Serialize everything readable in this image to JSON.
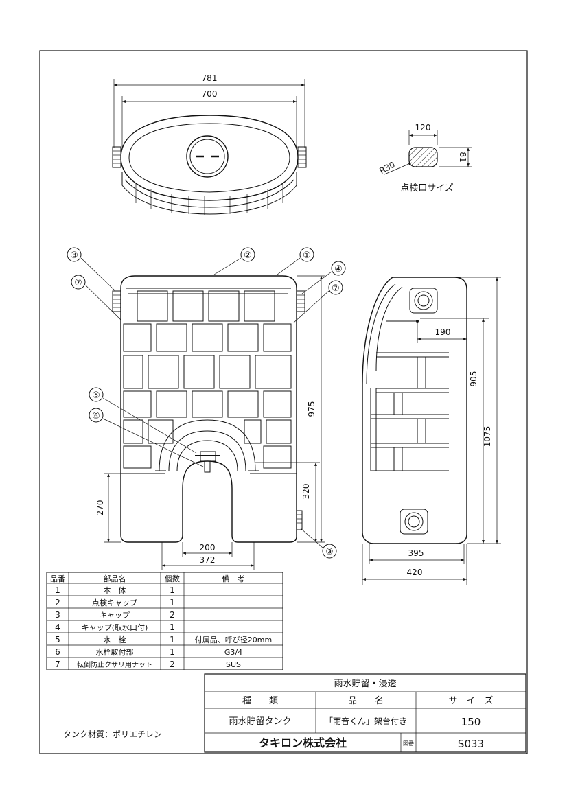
{
  "top_view": {
    "dims": [
      "781",
      "700"
    ]
  },
  "inspection_port": {
    "title": "点検口サイズ",
    "dims": [
      "120",
      "81",
      "R30"
    ]
  },
  "front_view": {
    "callouts": [
      "①",
      "②",
      "③",
      "④",
      "⑤",
      "⑥",
      "⑦"
    ],
    "dims": [
      "975",
      "320",
      "270",
      "200",
      "372"
    ]
  },
  "side_view": {
    "dims": [
      "190",
      "905",
      "1075",
      "395",
      "420"
    ]
  },
  "parts_table": {
    "headers": [
      "品番",
      "部品名",
      "個数",
      "備　考"
    ],
    "rows": [
      {
        "no": "1",
        "name": "本　体",
        "qty": "1",
        "note": ""
      },
      {
        "no": "2",
        "name": "点検キャップ",
        "qty": "1",
        "note": ""
      },
      {
        "no": "3",
        "name": "キャップ",
        "qty": "2",
        "note": ""
      },
      {
        "no": "4",
        "name": "キャップ(取水口付)",
        "qty": "1",
        "note": ""
      },
      {
        "no": "5",
        "name": "水　栓",
        "qty": "1",
        "note": "付属品、呼び径20mm"
      },
      {
        "no": "6",
        "name": "水栓取付部",
        "qty": "1",
        "note": "G3/4"
      },
      {
        "no": "7",
        "name": "転倒防止クサリ用ナット",
        "qty": "2",
        "note": "SUS"
      }
    ]
  },
  "material_note": "タンク材質：ポリエチレン",
  "title_block": {
    "category": "雨水貯留・浸透",
    "headers": [
      "種　　類",
      "品　　名",
      "サ　イ　ズ"
    ],
    "values": [
      "雨水貯留タンク",
      "「雨音くん」架台付き",
      "150"
    ],
    "company": "タキロン株式会社",
    "drawing_label": "図番",
    "drawing_no": "S033"
  }
}
